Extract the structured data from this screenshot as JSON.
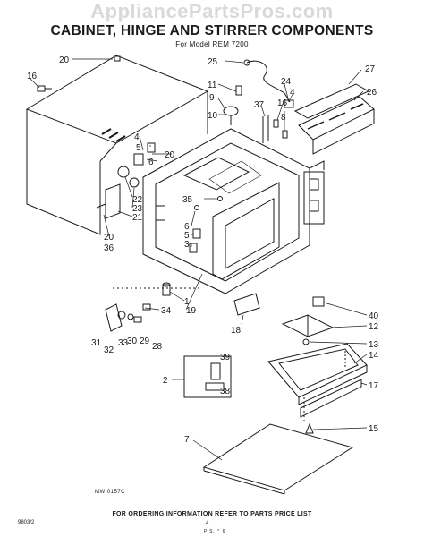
{
  "watermark": "AppliancePartsPros.com",
  "title": "CABINET, HINGE AND STIRRER COMPONENTS",
  "subtitle": "For Model REM 7200",
  "callouts": [
    "1",
    "2",
    "3",
    "4",
    "5",
    "6",
    "7",
    "8",
    "9",
    "10",
    "11",
    "12",
    "13",
    "14",
    "15",
    "16",
    "16",
    "17",
    "18",
    "19",
    "20",
    "20",
    "20",
    "21",
    "22",
    "23",
    "24",
    "25",
    "26",
    "27",
    "28",
    "29",
    "30",
    "31",
    "32",
    "33",
    "34",
    "35",
    "36",
    "37",
    "38",
    "39",
    "40"
  ],
  "figure_code": "MW 0157C",
  "footer": "FOR ORDERING INFORMATION REFER TO PARTS PRICE LIST",
  "doc_id": "9803/2",
  "page_number": "4",
  "printed_mark": "P.S. ° 6"
}
